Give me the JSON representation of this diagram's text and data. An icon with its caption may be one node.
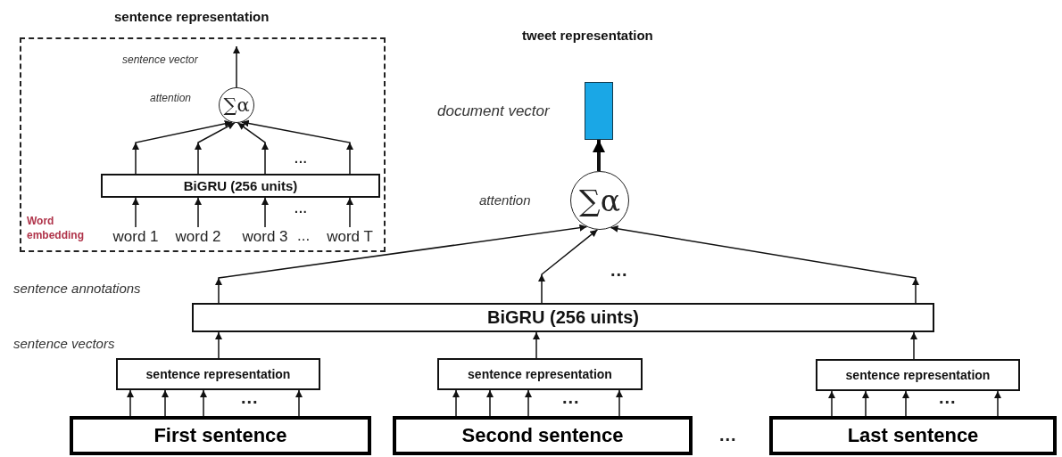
{
  "diagram": {
    "title": "tweet representation",
    "nodes": [
      {
        "text": [
          "sentence representation"
        ]
      },
      {
        "text": [
          "∑α"
        ],
        "in": 0,
        "beside": [
          "attention"
        ]
      },
      {
        "text": [
          "BiGRU (256 units)"
        ],
        "in": 0
      },
      {
        "text": [
          "word 1"
        ],
        "in": 0
      },
      {
        "text": [
          "word 2"
        ],
        "in": 0
      },
      {
        "text": [
          "word 3"
        ],
        "in": 0
      },
      {
        "text": [
          "word T"
        ],
        "in": 0
      },
      {
        "text": [],
        "shape": "box",
        "beside": [
          "document vector"
        ]
      },
      {
        "text": [
          "∑α"
        ],
        "beside": [
          "attention"
        ]
      },
      {
        "text": [
          "BiGRU (256 uints)"
        ]
      },
      {
        "text": [
          "sentence representation"
        ]
      },
      {
        "text": [
          "sentence representation"
        ]
      },
      {
        "text": [
          "sentence representation"
        ]
      },
      {
        "text": [
          "First sentence"
        ]
      },
      {
        "text": [
          "Second sentence"
        ]
      },
      {
        "text": [
          "Last sentence"
        ]
      }
    ],
    "edges": [
      {
        "from": 3,
        "to": 2,
        "arrow": "to"
      },
      {
        "from": 4,
        "to": 2,
        "arrow": "to"
      },
      {
        "from": 5,
        "to": 2,
        "arrow": "to"
      },
      {
        "from": 6,
        "to": 2,
        "arrow": "to"
      },
      {
        "from": 2,
        "to": 1,
        "arrow": "to"
      },
      {
        "from": 2,
        "to": 1,
        "arrow": "to"
      },
      {
        "from": 2,
        "to": 1,
        "arrow": "to"
      },
      {
        "from": 2,
        "to": 1,
        "arrow": "to"
      },
      {
        "from": 1,
        "to": null,
        "arrow": "to"
      },
      {
        "from": 8,
        "to": 7,
        "arrow": "to",
        "style": "thick"
      },
      {
        "from": 9,
        "to": 8,
        "arrow": "to"
      },
      {
        "from": 9,
        "to": 8,
        "arrow": "to"
      },
      {
        "from": 9,
        "to": 8,
        "arrow": "to"
      },
      {
        "from": 10,
        "to": 9,
        "arrow": "to"
      },
      {
        "from": 11,
        "to": 9,
        "arrow": "to"
      },
      {
        "from": 12,
        "to": 9,
        "arrow": "to"
      },
      {
        "from": 13,
        "to": 10,
        "arrow": "to"
      },
      {
        "from": 13,
        "to": 10,
        "arrow": "to"
      },
      {
        "from": 13,
        "to": 10,
        "arrow": "to"
      },
      {
        "from": 13,
        "to": 10,
        "arrow": "to"
      },
      {
        "from": 14,
        "to": 11,
        "arrow": "to"
      },
      {
        "from": 14,
        "to": 11,
        "arrow": "to"
      },
      {
        "from": 14,
        "to": 11,
        "arrow": "to"
      },
      {
        "from": 14,
        "to": 11,
        "arrow": "to"
      },
      {
        "from": 15,
        "to": 12,
        "arrow": "to"
      },
      {
        "from": 15,
        "to": 12,
        "arrow": "to"
      },
      {
        "from": 15,
        "to": 12,
        "arrow": "to"
      },
      {
        "from": 15,
        "to": 12,
        "arrow": "to"
      }
    ],
    "labels": [
      "sentence vector",
      "...",
      "...",
      "Word embedding",
      "...",
      "...",
      "sentence annotations",
      "sentence vectors",
      "...",
      "...",
      "...",
      "..."
    ]
  }
}
